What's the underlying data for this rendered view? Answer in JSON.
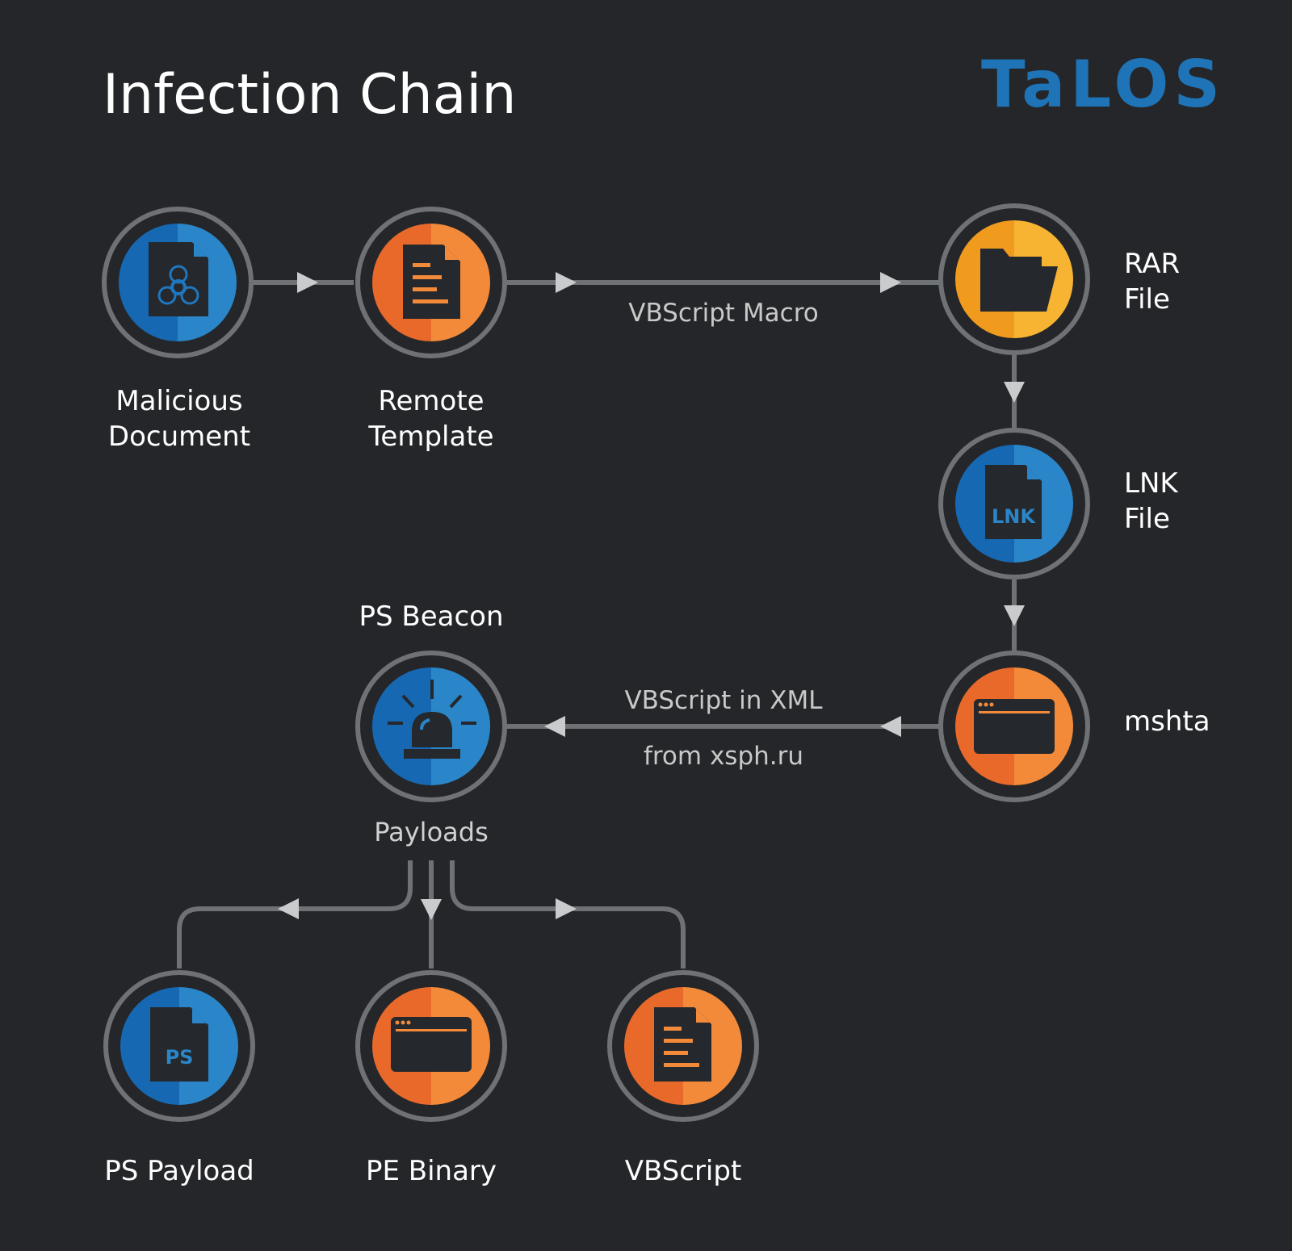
{
  "title": "Infection Chain",
  "logo": "TaLOS",
  "colors": {
    "background": "#252629",
    "blue_left": "#1668b3",
    "blue_right": "#2a86c9",
    "orange_left": "#e8692a",
    "orange_right": "#f28a3a",
    "amber_left": "#f09a1e",
    "amber_right": "#f7b332",
    "ring": "#6f7275",
    "arrow": "#c9cbcd",
    "icon_dark": "#25282c"
  },
  "nodes": {
    "malicious_document": {
      "line1": "Malicious",
      "line2": "Document",
      "icon": "biohazard-document-icon"
    },
    "remote_template": {
      "line1": "Remote",
      "line2": "Template",
      "icon": "document-icon"
    },
    "rar_file": {
      "line1": "RAR",
      "line2": "File",
      "icon": "folder-icon"
    },
    "lnk_file": {
      "line1": "LNK",
      "line2": "File",
      "icon": "lnk-file-icon",
      "badge": "LNK"
    },
    "mshta": {
      "label": "mshta",
      "icon": "browser-window-icon"
    },
    "ps_beacon": {
      "label": "PS Beacon",
      "icon": "siren-beacon-icon"
    },
    "ps_payload": {
      "label": "PS Payload",
      "icon": "ps-file-icon",
      "badge": "PS"
    },
    "pe_binary": {
      "label": "PE Binary",
      "icon": "browser-window-icon"
    },
    "vbscript": {
      "label": "VBScript",
      "icon": "document-icon"
    }
  },
  "edges": {
    "vbscript_macro": "VBScript Macro",
    "vbscript_in_xml": "VBScript in XML",
    "from_host": "from xsph.ru",
    "payloads": "Payloads"
  }
}
